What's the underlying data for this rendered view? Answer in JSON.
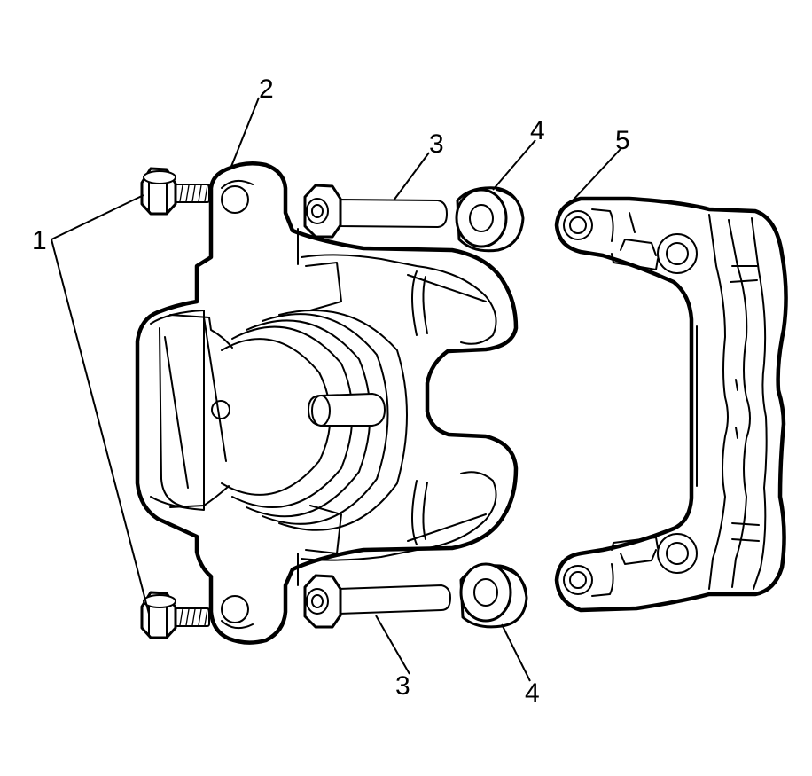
{
  "callouts": [
    {
      "id": "1",
      "text": "1"
    },
    {
      "id": "2",
      "text": "2"
    },
    {
      "id": "3a",
      "text": "3"
    },
    {
      "id": "3b",
      "text": "3"
    },
    {
      "id": "4a",
      "text": "4"
    },
    {
      "id": "4b",
      "text": "4"
    },
    {
      "id": "5",
      "text": "5"
    }
  ],
  "colors": {
    "ink": "#000000",
    "paper": "#ffffff"
  }
}
